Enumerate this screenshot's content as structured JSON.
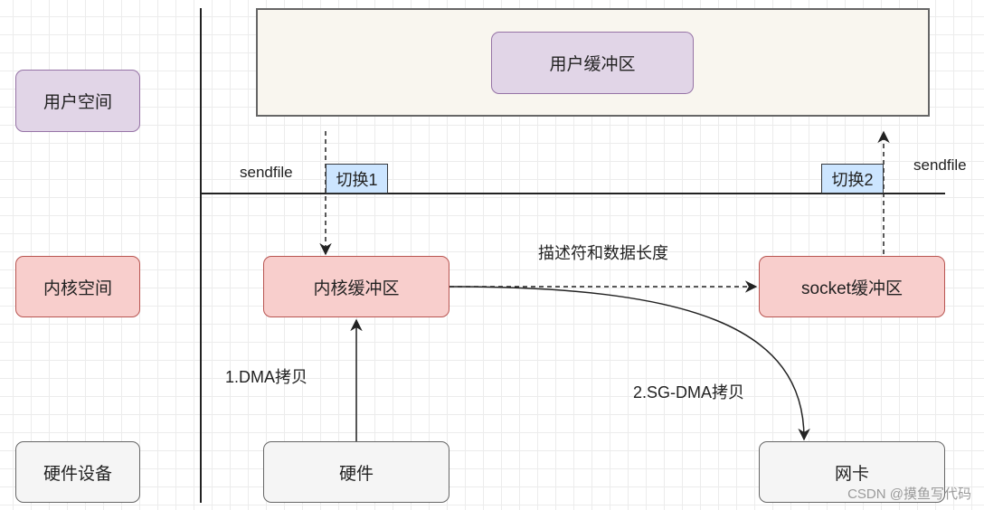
{
  "regions": {
    "user_space": "用户空间",
    "kernel_space": "内核空间",
    "hardware_devices": "硬件设备"
  },
  "nodes": {
    "user_buffer": "用户缓冲区",
    "kernel_buffer": "内核缓冲区",
    "socket_buffer": "socket缓冲区",
    "hardware": "硬件",
    "nic": "网卡"
  },
  "switches": {
    "switch1": "切换1",
    "switch2": "切换2"
  },
  "edge_labels": {
    "sendfile_call": "sendfile",
    "sendfile_return": "sendfile",
    "descriptor": "描述符和数据长度",
    "dma_copy": "1.DMA拷贝",
    "sg_dma_copy": "2.SG-DMA拷贝"
  },
  "colors": {
    "user_fill": "#e1d5e7",
    "kernel_fill": "#f8cecc",
    "hardware_fill": "#f5f5f5",
    "switch_fill": "#cce5ff",
    "container_fill": "#f9f6ef"
  },
  "watermark": "CSDN @摸鱼写代码"
}
